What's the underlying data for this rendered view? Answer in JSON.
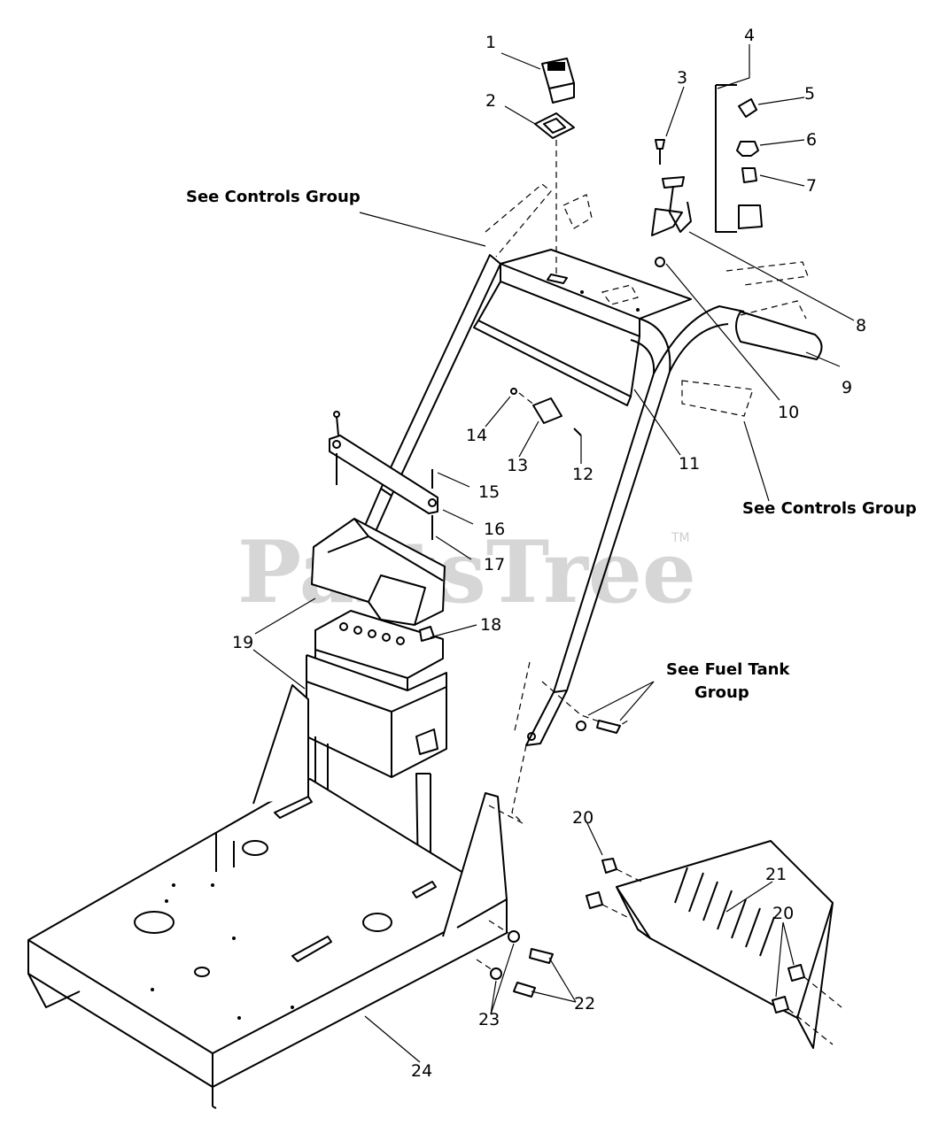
{
  "watermark": {
    "text": "PartsTree",
    "trademark": "TM"
  },
  "captions": {
    "controls_top": "See Controls Group",
    "controls_right": "See Controls Group",
    "fuel_tank_line1": "See Fuel Tank",
    "fuel_tank_line2": "Group"
  },
  "callouts": {
    "c1": "1",
    "c2": "2",
    "c3": "3",
    "c4": "4",
    "c5": "5",
    "c6": "6",
    "c7": "7",
    "c8": "8",
    "c9": "9",
    "c10": "10",
    "c11": "11",
    "c12": "12",
    "c13": "13",
    "c14": "14",
    "c15": "15",
    "c16": "16",
    "c17": "17",
    "c18": "18",
    "c19": "19",
    "c20a": "20",
    "c20b": "20",
    "c21": "21",
    "c22": "22",
    "c23": "23",
    "c24": "24"
  }
}
